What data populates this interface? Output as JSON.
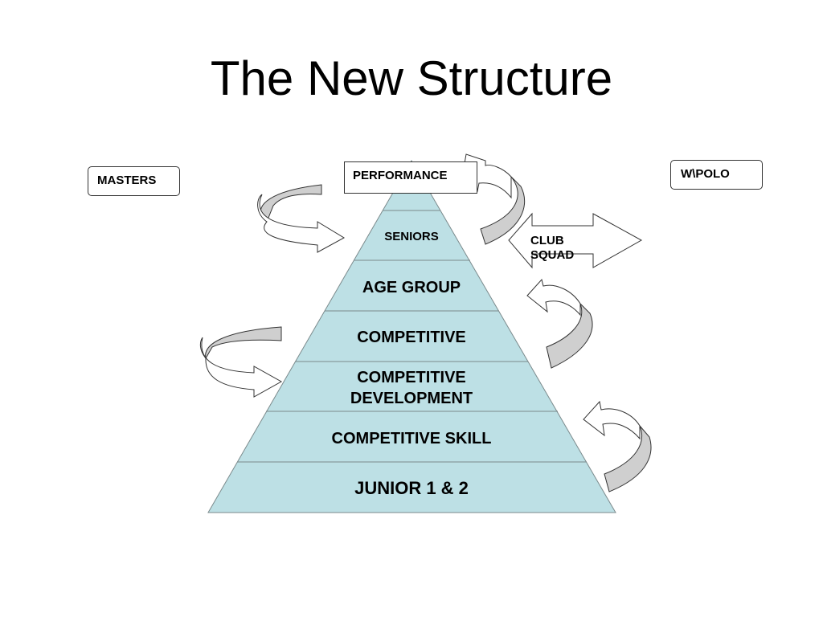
{
  "slide": {
    "title": "The New Structure"
  },
  "side_boxes": {
    "masters": "MASTERS",
    "wpolo": "W\\POLO",
    "performance": "PERFORMANCE",
    "club_squad": "CLUB SQUAD"
  },
  "pyramid": {
    "levels": [
      {
        "label": ""
      },
      {
        "label": "SENIORS"
      },
      {
        "label": "AGE GROUP"
      },
      {
        "label": "COMPETITIVE"
      },
      {
        "label_lines": [
          "COMPETITIVE",
          "DEVELOPMENT"
        ]
      },
      {
        "label": "COMPETITIVE SKILL"
      },
      {
        "label": "JUNIOR 1 & 2"
      }
    ]
  },
  "colors": {
    "pyramid_fill": "#bde0e5",
    "pyramid_line": "#7b8a8c",
    "arrow_shade": "#cfcfcf",
    "arrow_stroke": "#333333"
  }
}
